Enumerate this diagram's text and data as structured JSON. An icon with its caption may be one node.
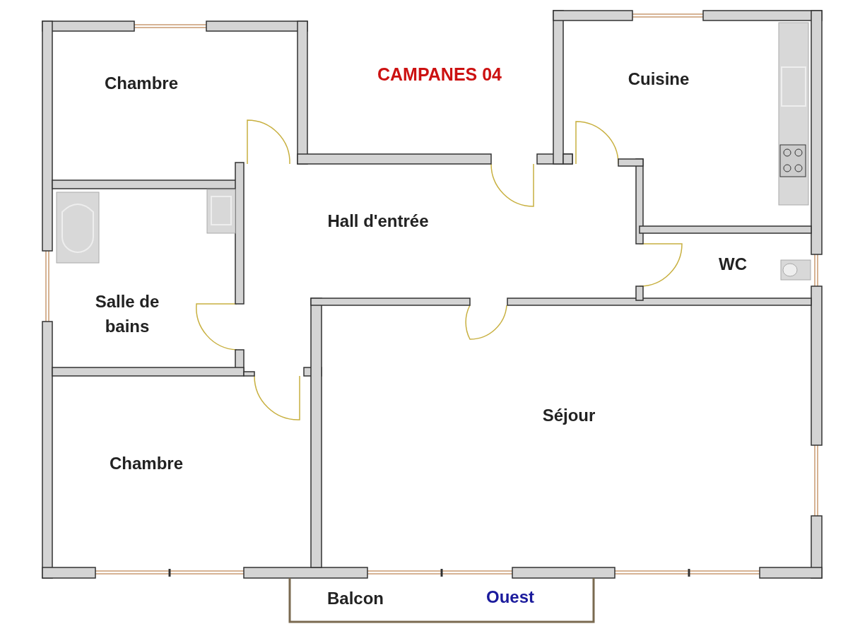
{
  "diagram": {
    "title": "CAMPANES 04",
    "nodes": [
      {
        "text": [
          "Chambre"
        ]
      },
      {
        "text": [
          "Cuisine"
        ]
      },
      {
        "text": [
          "Hall d'entrée"
        ]
      },
      {
        "text": [
          "WC"
        ]
      },
      {
        "text": [
          "Salle de bains"
        ]
      },
      {
        "text": [
          "Séjour"
        ]
      },
      {
        "text": [
          "Chambre"
        ]
      },
      {
        "text": [
          "Balcon",
          "Ouest"
        ]
      }
    ]
  }
}
